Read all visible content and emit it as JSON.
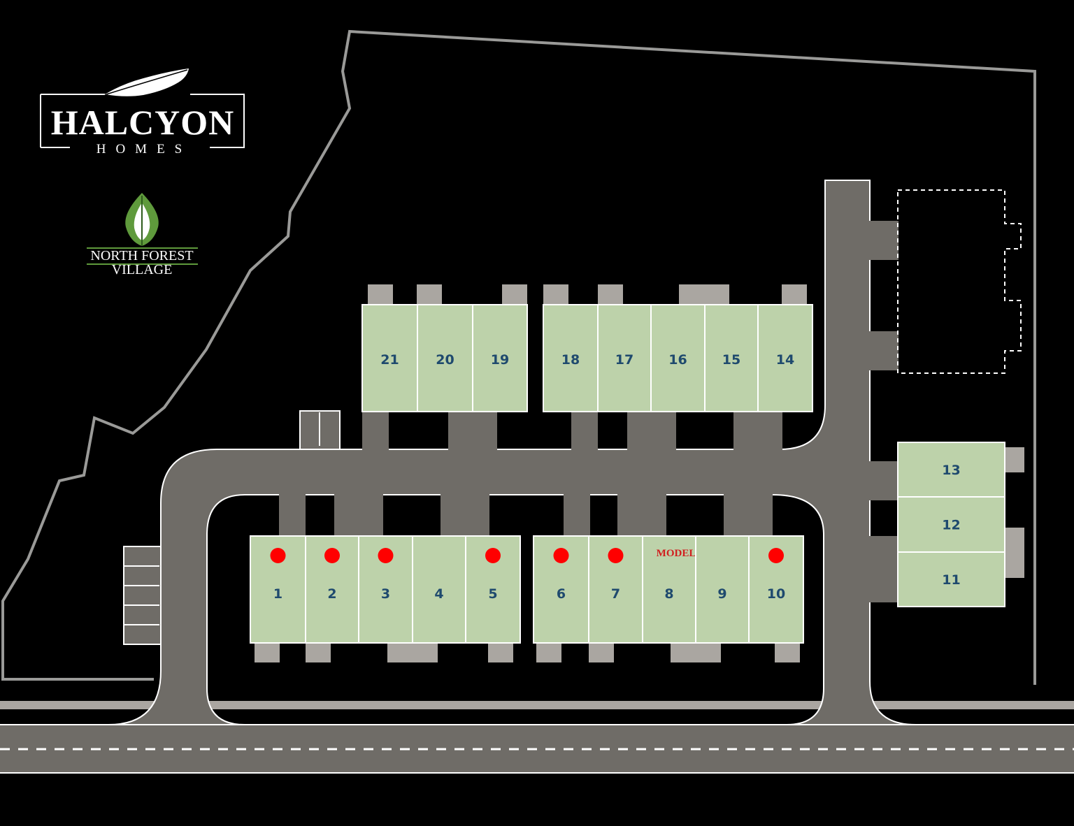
{
  "brand": {
    "name": "HALCYON",
    "tagline": "HOMES"
  },
  "community": {
    "line1": "NORTH FOREST",
    "line2": "VILLAGE"
  },
  "model_label": "MODEL",
  "colors": {
    "background": "#000000",
    "lot_fill": "#bdd2aa",
    "road": "#6f6c67",
    "driveway": "#aaa6a1",
    "lot_number": "#1f4a6e",
    "sold_marker": "#ff0000",
    "model_text": "#d11f1f",
    "leaf_green": "#5f9a3c"
  },
  "lots": [
    {
      "id": "1",
      "sold": true
    },
    {
      "id": "2",
      "sold": true
    },
    {
      "id": "3",
      "sold": true
    },
    {
      "id": "4",
      "sold": false
    },
    {
      "id": "5",
      "sold": true
    },
    {
      "id": "6",
      "sold": true
    },
    {
      "id": "7",
      "sold": true
    },
    {
      "id": "8",
      "sold": false,
      "model": true
    },
    {
      "id": "9",
      "sold": false
    },
    {
      "id": "10",
      "sold": true
    },
    {
      "id": "11",
      "sold": false
    },
    {
      "id": "12",
      "sold": false
    },
    {
      "id": "13",
      "sold": false
    },
    {
      "id": "14",
      "sold": false
    },
    {
      "id": "15",
      "sold": false
    },
    {
      "id": "16",
      "sold": false
    },
    {
      "id": "17",
      "sold": false
    },
    {
      "id": "18",
      "sold": false
    },
    {
      "id": "19",
      "sold": false
    },
    {
      "id": "20",
      "sold": false
    },
    {
      "id": "21",
      "sold": false
    }
  ]
}
